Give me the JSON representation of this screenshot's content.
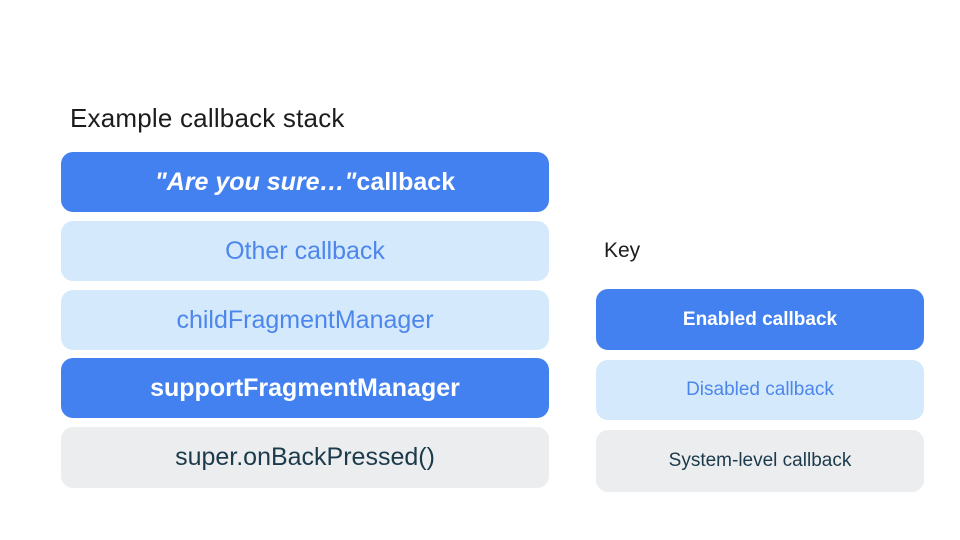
{
  "colors": {
    "enabled_bg": "#4481F0",
    "enabled_text": "#FFFFFF",
    "disabled_bg": "#D4E9FB",
    "disabled_text": "#4D86EC",
    "system_bg": "#ECEDEE",
    "system_text": "#1B3A4B",
    "heading_text": "#1C1C1C"
  },
  "stack": {
    "title": "Example callback stack",
    "items": [
      {
        "label_em": "\"Are you sure…\"",
        "label_suffix": " callback",
        "type": "enabled"
      },
      {
        "label": "Other callback",
        "type": "disabled"
      },
      {
        "label": "childFragmentManager",
        "type": "disabled"
      },
      {
        "label": "supportFragmentManager",
        "type": "enabled"
      },
      {
        "label": "super.onBackPressed()",
        "type": "system"
      }
    ]
  },
  "key": {
    "title": "Key",
    "items": [
      {
        "label": "Enabled callback",
        "type": "enabled"
      },
      {
        "label": "Disabled callback",
        "type": "disabled"
      },
      {
        "label": "System-level callback",
        "type": "system"
      }
    ]
  }
}
